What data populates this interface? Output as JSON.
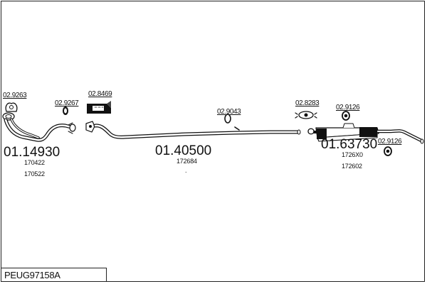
{
  "reference": "PEUG97158A",
  "groups": [
    {
      "name": "front-pipe",
      "part_number": "01.14930",
      "oe_numbers": [
        "170422",
        "170522"
      ]
    },
    {
      "name": "middle-pipe",
      "part_number": "01.40500",
      "oe_numbers": [
        "172684"
      ]
    },
    {
      "name": "rear-silencer",
      "part_number": "01.63730",
      "oe_numbers": [
        "1726X0",
        "172602"
      ]
    }
  ],
  "fittings": [
    {
      "code": "02.9263",
      "icon": "gasket-icon"
    },
    {
      "code": "02.9267",
      "icon": "ring-icon"
    },
    {
      "code": "02.8469",
      "icon": "mounting-kit-icon"
    },
    {
      "code": "02.9043",
      "icon": "hanger-icon"
    },
    {
      "code": "02.8283",
      "icon": "clamp-icon"
    },
    {
      "code": "02.9126",
      "icon": "rubber-mount-icon"
    },
    {
      "code": "02.9126",
      "icon": "rubber-mount-icon"
    }
  ],
  "dot": "."
}
